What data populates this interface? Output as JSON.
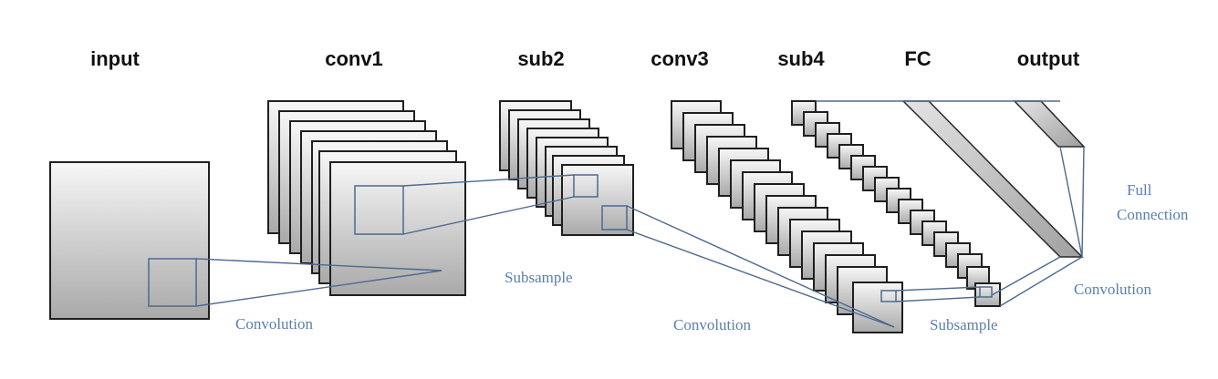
{
  "layers": {
    "input": "input",
    "conv1": "conv1",
    "sub2": "sub2",
    "conv3": "conv3",
    "sub4": "sub4",
    "fc": "FC",
    "output": "output"
  },
  "operations": {
    "convolution_1": "Convolution",
    "subsample_1": "Subsample",
    "convolution_2": "Convolution",
    "subsample_2": "Subsample",
    "convolution_3": "Convolution",
    "full_connection_line1": "Full",
    "full_connection_line2": "Connection"
  },
  "colors": {
    "connector": "#4d6a8f",
    "label": "#5a7fae",
    "map_fill_top": "#f7f7f7",
    "map_fill_bottom": "#a9a9a9",
    "map_stroke": "#1f1f1f"
  }
}
